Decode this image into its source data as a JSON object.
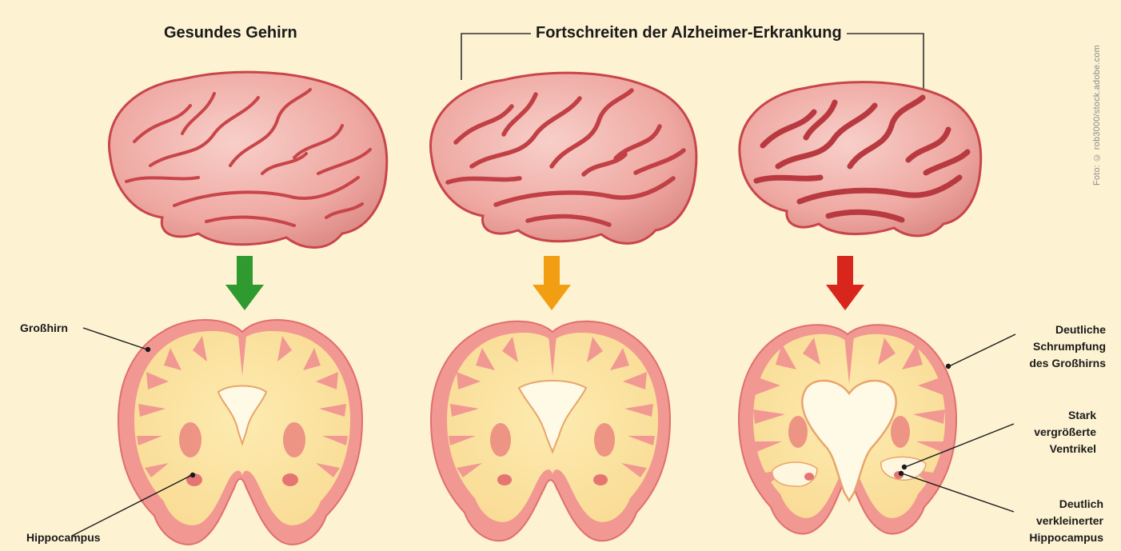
{
  "titles": {
    "healthy": "Gesundes Gehirn",
    "progression": "Fortschreiten der Alzheimer-Erkrankung"
  },
  "labels": {
    "cerebrum": "Großhirn",
    "hippocampus": "Hippocampus",
    "cerebrum_shrinkage": [
      "Deutliche",
      "Schrumpfung",
      "des Großhirns"
    ],
    "enlarged_ventricles": [
      "Stark",
      "vergrößerte",
      "Ventrikel"
    ],
    "reduced_hippocampus": [
      "Deutlich",
      "verkleinerter",
      "Hippocampus"
    ]
  },
  "credit": "Foto: © rob3000/stock.adobe.com",
  "colors": {
    "background": "#fdf2d2",
    "brain_surface": "#f3b3ad",
    "brain_sulci": "#c8454a",
    "cortex": "#f19892",
    "white_matter": "#fde7a0",
    "arrow_healthy": "#2e9a2f",
    "arrow_moderate": "#f29e12",
    "arrow_severe": "#d9261c"
  },
  "stages": [
    {
      "name": "healthy",
      "arrow_color": "arrow_healthy",
      "atrophy": 0
    },
    {
      "name": "moderate",
      "arrow_color": "arrow_moderate",
      "atrophy": 1
    },
    {
      "name": "severe",
      "arrow_color": "arrow_severe",
      "atrophy": 2
    }
  ]
}
